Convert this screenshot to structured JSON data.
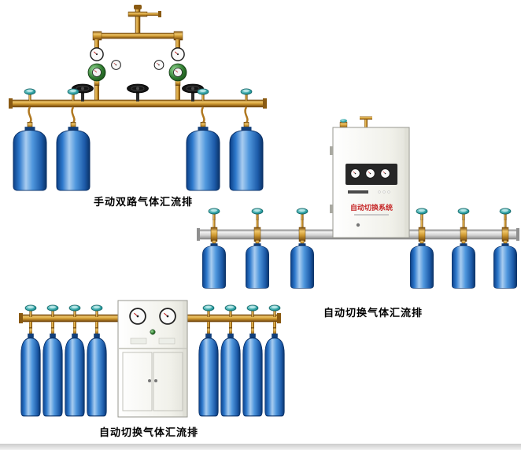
{
  "page": {
    "background_color": "#ffffff",
    "caption_color": "#000000"
  },
  "products": [
    {
      "id": "manual-dual-line-manifold",
      "caption": "手动双路气体汇流排",
      "cylinder_count": 4
    },
    {
      "id": "auto-switch-manifold-with-cabinet",
      "caption": "自动切换气体汇流排",
      "cabinet_label": "自动切换系统",
      "cylinder_count": 6
    },
    {
      "id": "auto-switch-manifold",
      "caption": "自动切换气体汇流排",
      "cylinder_count": 8
    }
  ],
  "colors": {
    "brass": "#cf9a32",
    "cylinder_blue": "#2e79cc",
    "teal_cap": "#2a9da0",
    "regulator_green": "#2f7a2f",
    "cabinet_white": "#f4f4f0",
    "rail_silver": "#cfcfcf",
    "cabinet_label_red": "#c62828"
  }
}
